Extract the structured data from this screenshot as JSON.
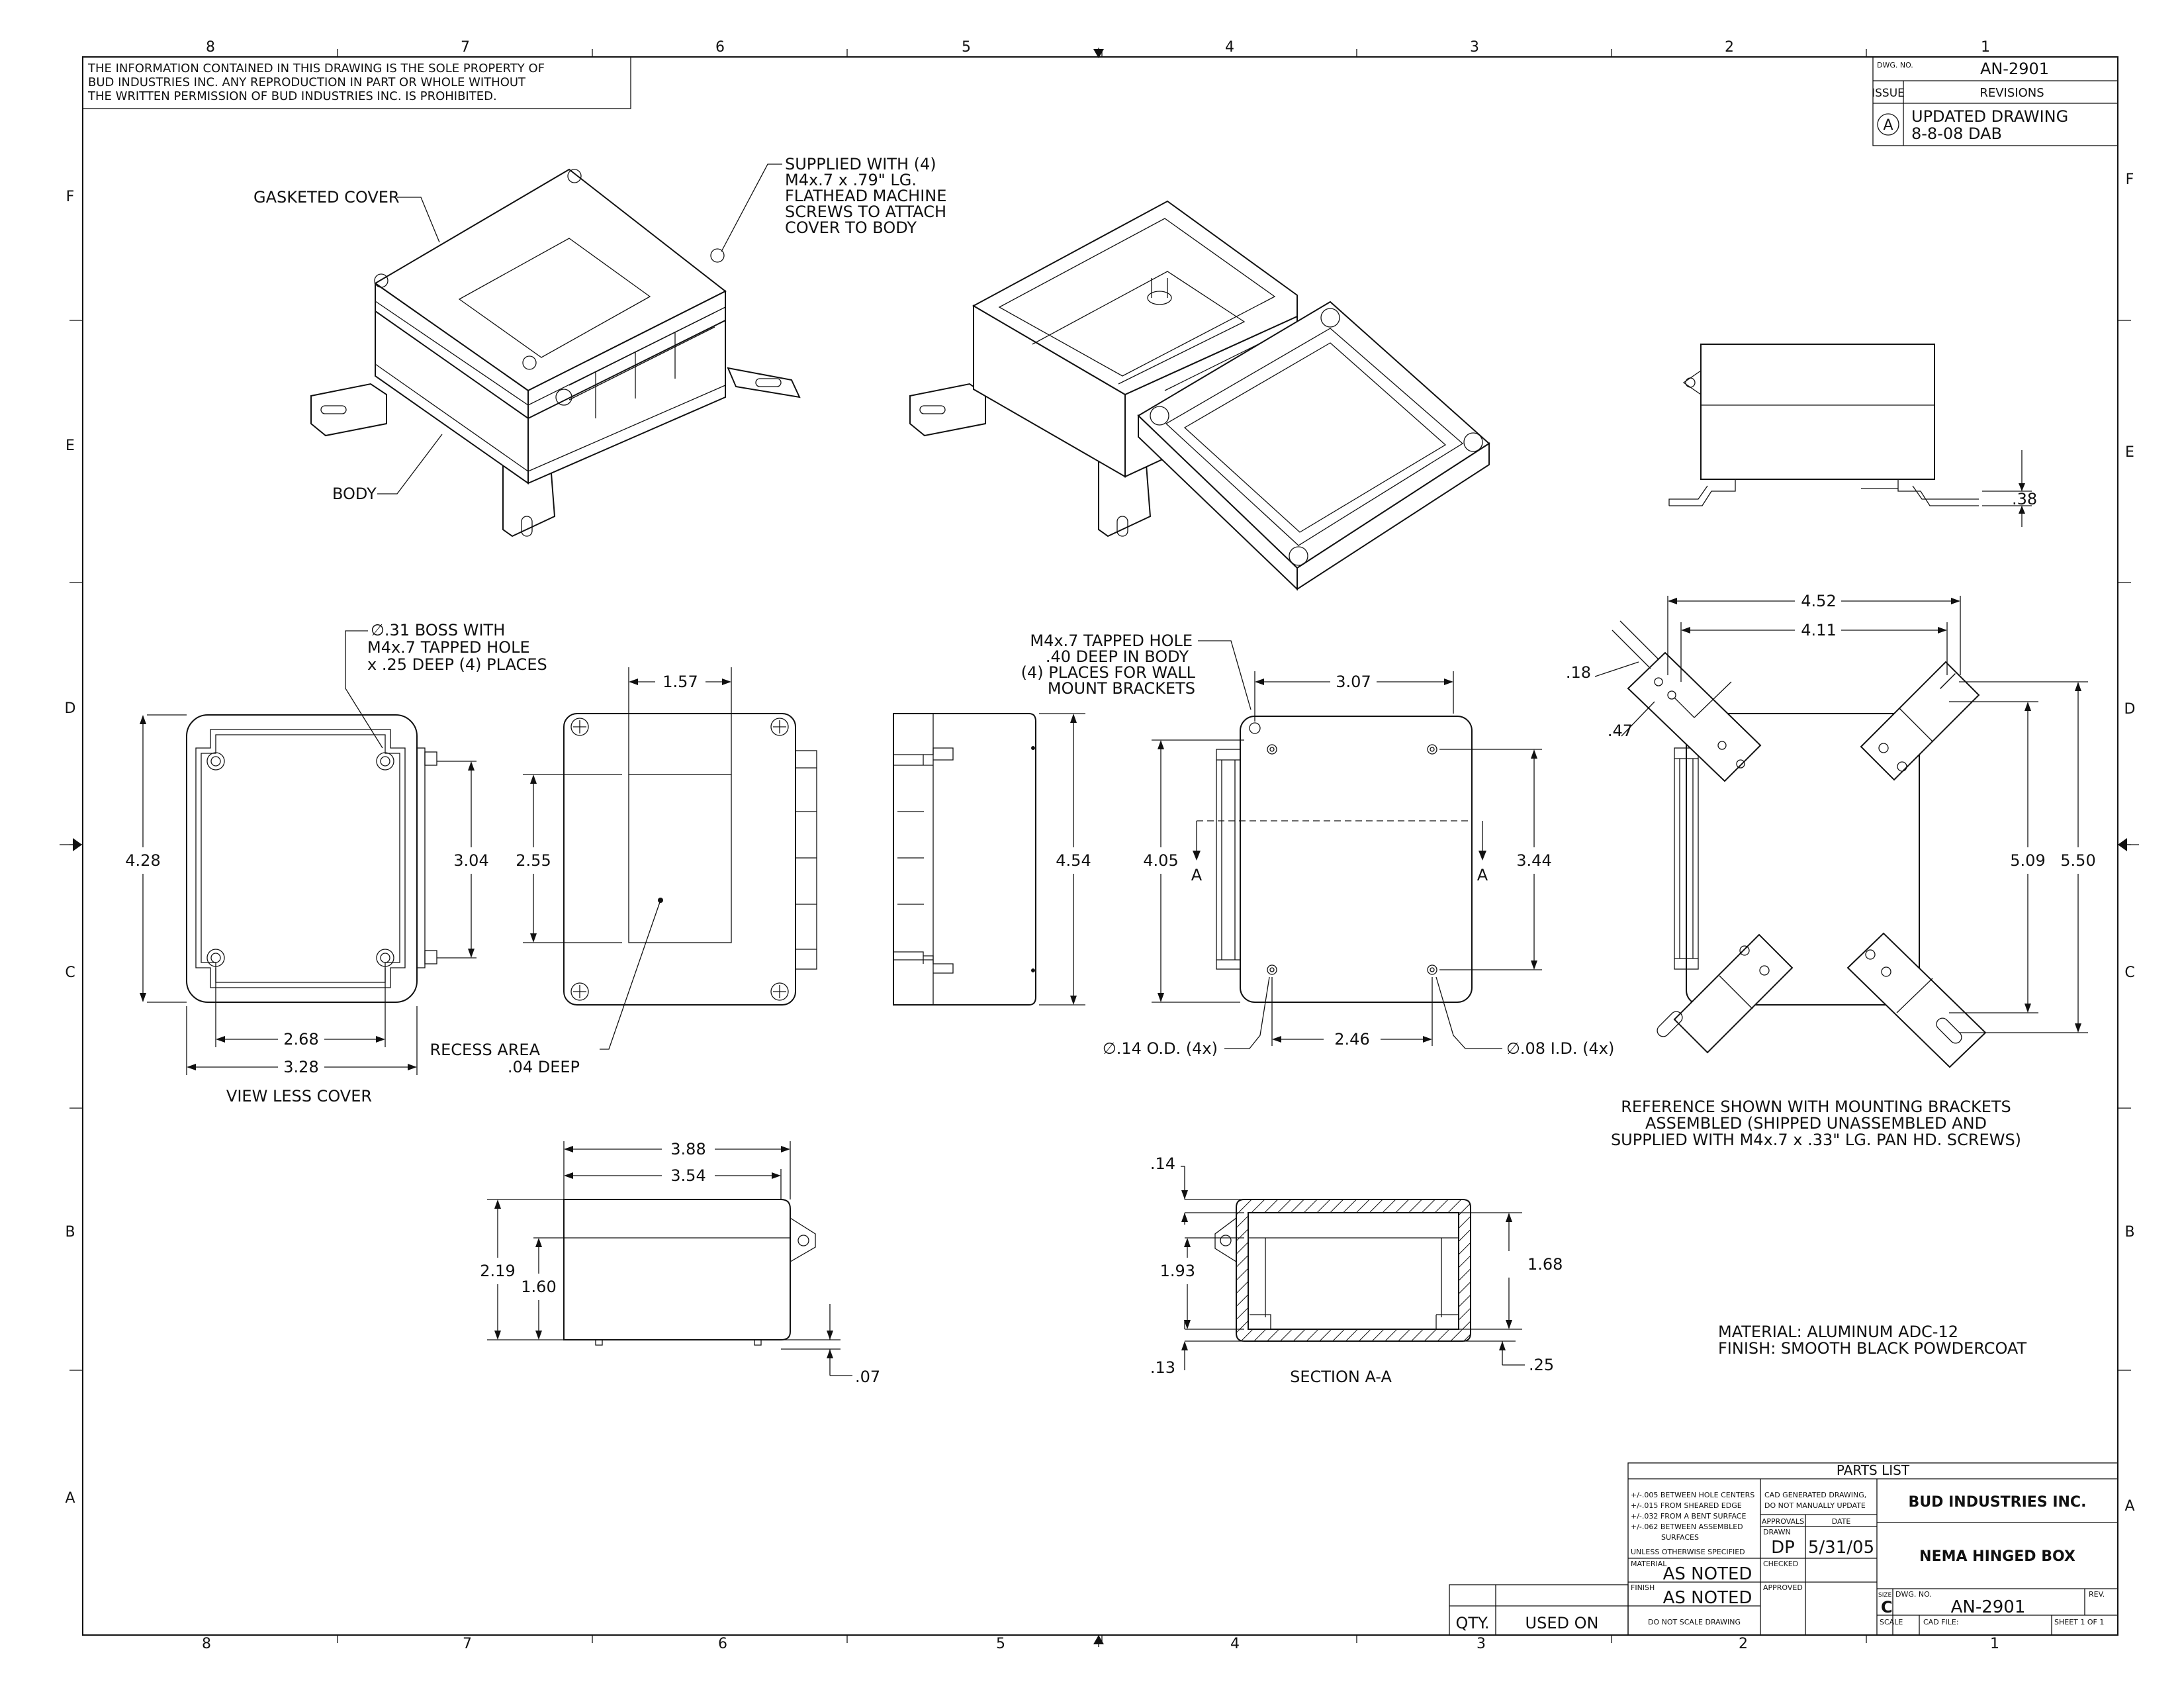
{
  "notice": {
    "line1": "THE INFORMATION CONTAINED IN THIS DRAWING IS THE SOLE PROPERTY OF",
    "line2": "BUD INDUSTRIES INC. ANY REPRODUCTION IN PART OR WHOLE WITHOUT",
    "line3": "THE WRITTEN PERMISSION OF BUD INDUSTRIES INC. IS PROHIBITED."
  },
  "border": {
    "top_numbers": [
      "8",
      "7",
      "6",
      "5",
      "4",
      "3",
      "2",
      "1"
    ],
    "bottom_numbers": [
      "8",
      "7",
      "6",
      "5",
      "4",
      "3",
      "2",
      "1"
    ],
    "side_letters": [
      "F",
      "E",
      "D",
      "C",
      "B",
      "A"
    ]
  },
  "revision_block": {
    "dwg_no_label": "DWG. NO.",
    "dwg_no": "AN-2901",
    "issue_label": "ISSUE",
    "revisions_label": "REVISIONS",
    "issue": "A",
    "rev_line1": "UPDATED DRAWING",
    "rev_line2": "8-8-08 DAB"
  },
  "callouts": {
    "gasketed_cover": "GASKETED COVER",
    "body": "BODY",
    "supplied_1": "SUPPLIED WITH (4)",
    "supplied_2": "M4x.7 x .79\" LG.",
    "supplied_3": "FLATHEAD MACHINE",
    "supplied_4": "SCREWS TO ATTACH",
    "supplied_5": "COVER TO BODY",
    "boss_1": "∅.31 BOSS WITH",
    "boss_2": "M4x.7 TAPPED HOLE",
    "boss_3": "x .25 DEEP (4) PLACES",
    "tapped_1": "M4x.7 TAPPED HOLE",
    "tapped_2": ".40 DEEP IN BODY",
    "tapped_3": "(4) PLACES FOR WALL",
    "tapped_4": "MOUNT BRACKETS",
    "recess_1": "RECESS AREA",
    "recess_2": ".04 DEEP",
    "view_less_cover": "VIEW LESS COVER",
    "od": "∅.14 O.D. (4x)",
    "id": "∅.08 I.D. (4x)",
    "ref_1": "REFERENCE SHOWN WITH MOUNTING BRACKETS",
    "ref_2": "ASSEMBLED (SHIPPED UNASSEMBLED AND",
    "ref_3": "SUPPLIED WITH M4x.7 x .33\" LG. PAN HD. SCREWS)",
    "section": "SECTION A-A",
    "section_mark": "A",
    "material": "MATERIAL: ALUMINUM ADC-12",
    "finish": "FINISH: SMOOTH BLACK POWDERCOAT"
  },
  "dims": {
    "d428": "4.28",
    "d304": "3.04",
    "d268": "2.68",
    "d328": "3.28",
    "d157": "1.57",
    "d255": "2.55",
    "d454": "4.54",
    "d307": "3.07",
    "d405": "4.05",
    "d344": "3.44",
    "d246": "2.46",
    "d452": "4.52",
    "d411": "4.11",
    "d018": ".18",
    "d047": ".47",
    "d509": "5.09",
    "d550": "5.50",
    "d038": ".38",
    "d388": "3.88",
    "d354": "3.54",
    "d219": "2.19",
    "d160": "1.60",
    "d007": ".07",
    "d014": ".14",
    "d193": "1.93",
    "d013": ".13",
    "d168": "1.68",
    "d025": ".25"
  },
  "title_block": {
    "parts_list": "PARTS LIST",
    "qty": "QTY.",
    "used_on": "USED ON",
    "tol1": "+/-.005 BETWEEN HOLE CENTERS",
    "tol2": "+/-.015 FROM SHEARED EDGE",
    "tol3": "+/-.032 FROM A BENT SURFACE",
    "tol4": "+/-.062 BETWEEN ASSEMBLED",
    "tol5": "SURFACES",
    "unless": "UNLESS OTHERWISE SPECIFIED",
    "cad1": "CAD GENERATED DRAWING,",
    "cad2": "DO NOT MANUALLY UPDATE",
    "approvals": "APPROVALS",
    "date": "DATE",
    "drawn_label": "DRAWN",
    "drawn": "DP",
    "drawn_date": "5/31/05",
    "checked_label": "CHECKED",
    "approved_label": "APPROVED",
    "material_label": "MATERIAL",
    "material": "AS NOTED",
    "finish_label": "FINISH",
    "finish": "AS NOTED",
    "dont_scale": "DO NOT SCALE DRAWING",
    "company": "BUD INDUSTRIES INC.",
    "title": "NEMA HINGED BOX",
    "size_label": "SIZE",
    "size": "C",
    "dwgno_label": "DWG. NO.",
    "dwgno": "AN-2901",
    "rev_label": "REV.",
    "scale_label": "SCALE",
    "cadfile_label": "CAD FILE:",
    "sheet": "SHEET 1 OF 1"
  }
}
